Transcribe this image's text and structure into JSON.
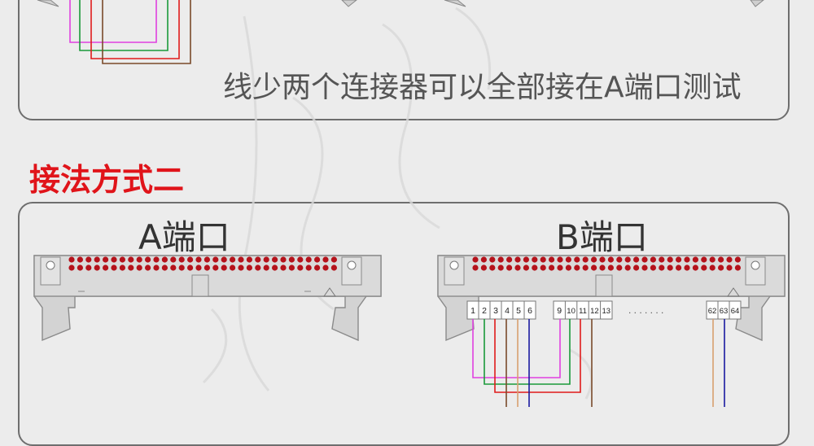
{
  "top_panel": {
    "caption": "线少两个连接器可以全部接在A端口测试"
  },
  "section_heading": "接法方式二",
  "bottom_panel": {
    "port_a_label": "A端口",
    "port_b_label": "B端口",
    "pin_labels_group1": [
      "1",
      "2",
      "3",
      "4",
      "5",
      "6"
    ],
    "pin_labels_group2": [
      "9",
      "10",
      "11",
      "12",
      "13"
    ],
    "ellipsis": ". . . . . . .",
    "pin_labels_group3": [
      "62",
      "63",
      "64"
    ]
  },
  "colors": {
    "accent_heading": "#e0141a",
    "pin_dot": "#b5121b",
    "wire_magenta": "#e040e0",
    "wire_green": "#1a9a3a",
    "wire_red": "#e01a1a",
    "wire_brown": "#7a4a2a",
    "wire_blue": "#1a1aa0",
    "wire_tan": "#d8a070"
  }
}
